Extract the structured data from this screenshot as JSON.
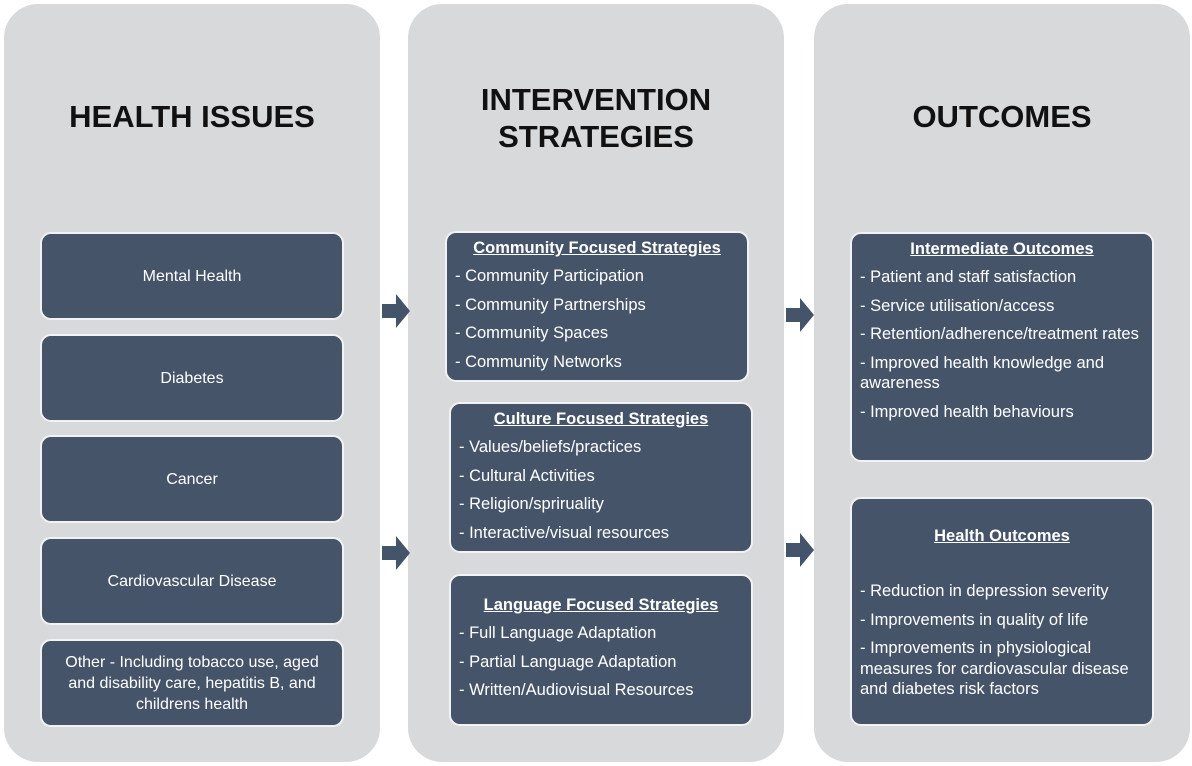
{
  "columns": {
    "health_issues": {
      "title": "HEALTH ISSUES",
      "items": [
        "Mental Health",
        "Diabetes",
        "Cancer",
        "Cardiovascular Disease",
        "Other - Including tobacco use, aged and disability care, hepatitis B, and childrens health"
      ]
    },
    "intervention_strategies": {
      "title_line1": "INTERVENTION",
      "title_line2": "STRATEGIES",
      "groups": [
        {
          "title": "Community Focused Strategies",
          "items": [
            "Community Participation",
            "Community Partnerships",
            "Community Spaces",
            "Community Networks"
          ]
        },
        {
          "title": "Culture Focused Strategies",
          "items": [
            "Values/beliefs/practices",
            "Cultural Activities",
            "Religion/spriruality",
            "Interactive/visual resources"
          ]
        },
        {
          "title": "Language Focused Strategies",
          "items": [
            "Full Language Adaptation",
            "Partial Language Adaptation",
            "Written/Audiovisual Resources"
          ]
        }
      ]
    },
    "outcomes": {
      "title": "OUTCOMES",
      "groups": [
        {
          "title": "Intermediate Outcomes",
          "items": [
            "Patient and staff satisfaction",
            "Service utilisation/access",
            "Retention/adherence/treatment rates",
            "Improved health knowledge and awareness",
            "Improved health behaviours"
          ]
        },
        {
          "title": "Health Outcomes",
          "items": [
            "Reduction in depression severity",
            "Improvements in quality of life",
            "Improvements in physiological measures for cardiovascular disease and diabetes risk factors"
          ]
        }
      ]
    }
  },
  "colors": {
    "column_bg": "#d8d9db",
    "box_fill": "#46546a",
    "box_text": "#ffffff",
    "arrow": "#44546a"
  },
  "icons": [
    "arrow-right-icon"
  ]
}
